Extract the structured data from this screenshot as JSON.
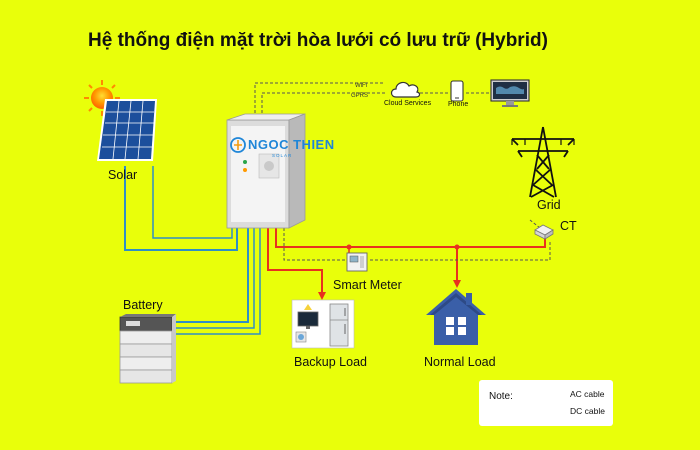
{
  "title": "Hệ thống điện mặt trời hòa lưới có lưu trữ (Hybrid)",
  "labels": {
    "solar": "Solar",
    "battery": "Battery",
    "grid": "Grid",
    "ct": "CT",
    "smart_meter": "Smart Meter",
    "backup_load": "Backup Load",
    "normal_load": "Normal Load",
    "cloud_services": "Cloud Services",
    "phone": "Phone",
    "wifi": "WiFi",
    "gprs": "GPRS"
  },
  "inverter": {
    "brand": "NGOC THIEN",
    "sub": "SOLAR"
  },
  "legend": {
    "note": "Note:",
    "ac": "AC cable",
    "dc": "DC cable",
    "ac_color": "#e8321e",
    "dc_color": "#1a6fc4"
  },
  "colors": {
    "background": "#e9ff0a",
    "ac": "#e8321e",
    "dc": "#2f8fc4",
    "data": "#555555"
  }
}
